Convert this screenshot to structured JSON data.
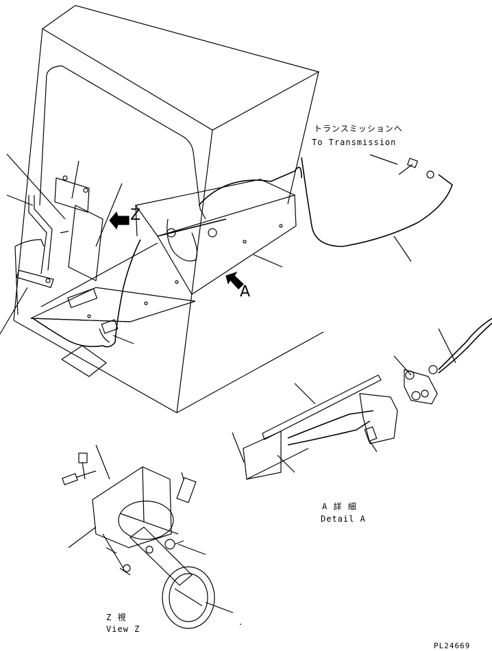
{
  "labels": {
    "transmission_jp": "トランスミッションへ",
    "transmission_en": "To Transmission",
    "arrow_z": "Z",
    "arrow_a": "A",
    "detail_a_jp": "A 詳 細",
    "detail_a_en": "Detail A",
    "view_z_jp": "Z  視",
    "view_z_en": "View Z",
    "part_number": "PL24669"
  },
  "icons": {
    "view_arrow": "arrow-icon"
  }
}
